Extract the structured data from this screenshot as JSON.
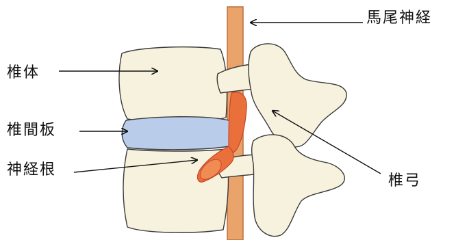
{
  "labels": {
    "cauda_equina": "馬尾神経",
    "vertebral_body": "椎体",
    "intervertebral_disc": "椎間板",
    "nerve_root": "神経根",
    "vertebral_arch": "椎弓"
  },
  "colors": {
    "bone_fill": "#f7f2dd",
    "bone_outline": "#3a3a3a",
    "disc_fill": "#b9cdea",
    "cauda_fill": "#e9a36b",
    "cauda_outline": "#b9703b",
    "nerve_root_fill": "#e9703a",
    "nerve_root_dark": "#c7442c"
  }
}
